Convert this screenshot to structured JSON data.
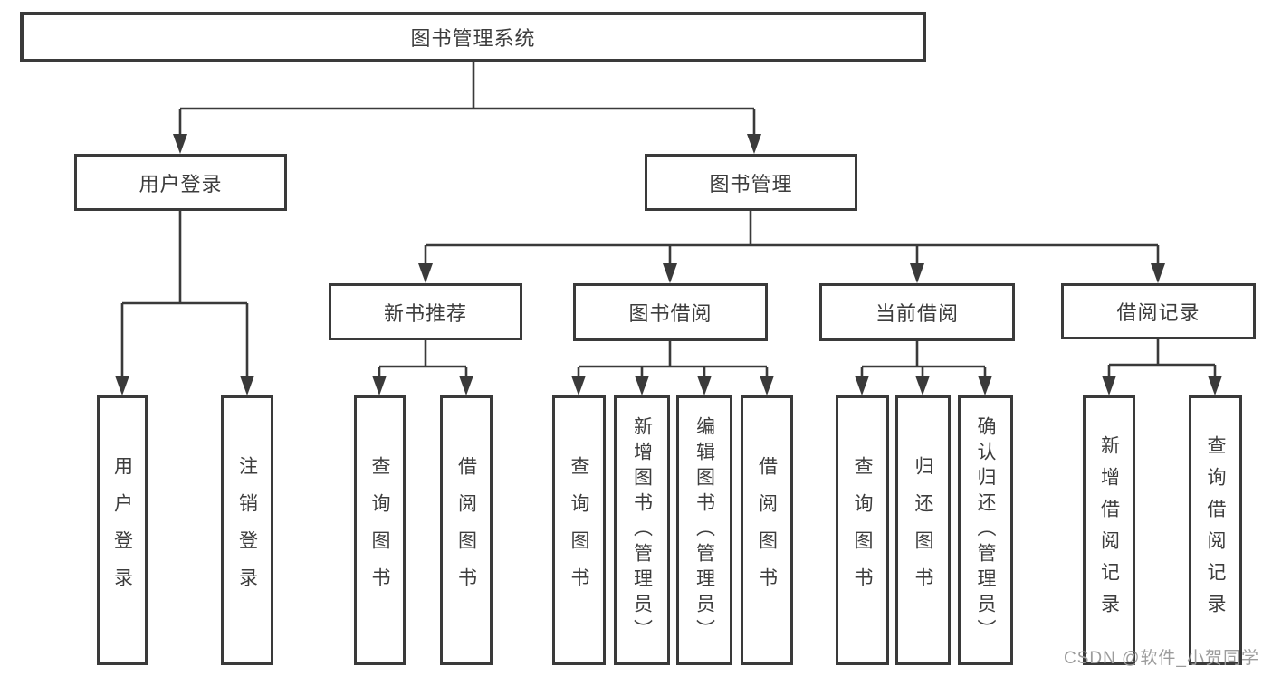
{
  "tree": {
    "root": "图书管理系统",
    "children": [
      {
        "label": "用户登录",
        "children": [
          "用户登录",
          "注销登录"
        ]
      },
      {
        "label": "图书管理",
        "children": [
          {
            "label": "新书推荐",
            "children": [
              "查询图书",
              "借阅图书"
            ]
          },
          {
            "label": "图书借阅",
            "children": [
              "查询图书",
              "新增图书（管理员）",
              "编辑图书（管理员）",
              "借阅图书"
            ]
          },
          {
            "label": "当前借阅",
            "children": [
              "查询图书",
              "归还图书",
              "确认归还（管理员）"
            ]
          },
          {
            "label": "借阅记录",
            "children": [
              "新增借阅记录",
              "查询借阅记录"
            ]
          }
        ]
      }
    ]
  },
  "watermark": "CSDN @软件_小贺同学",
  "colors": {
    "line": "#3a3a3a",
    "box_border": "#3a3a3a",
    "text": "#3d3d3d",
    "background": "#ffffff",
    "watermark": "#9c9c9c"
  }
}
